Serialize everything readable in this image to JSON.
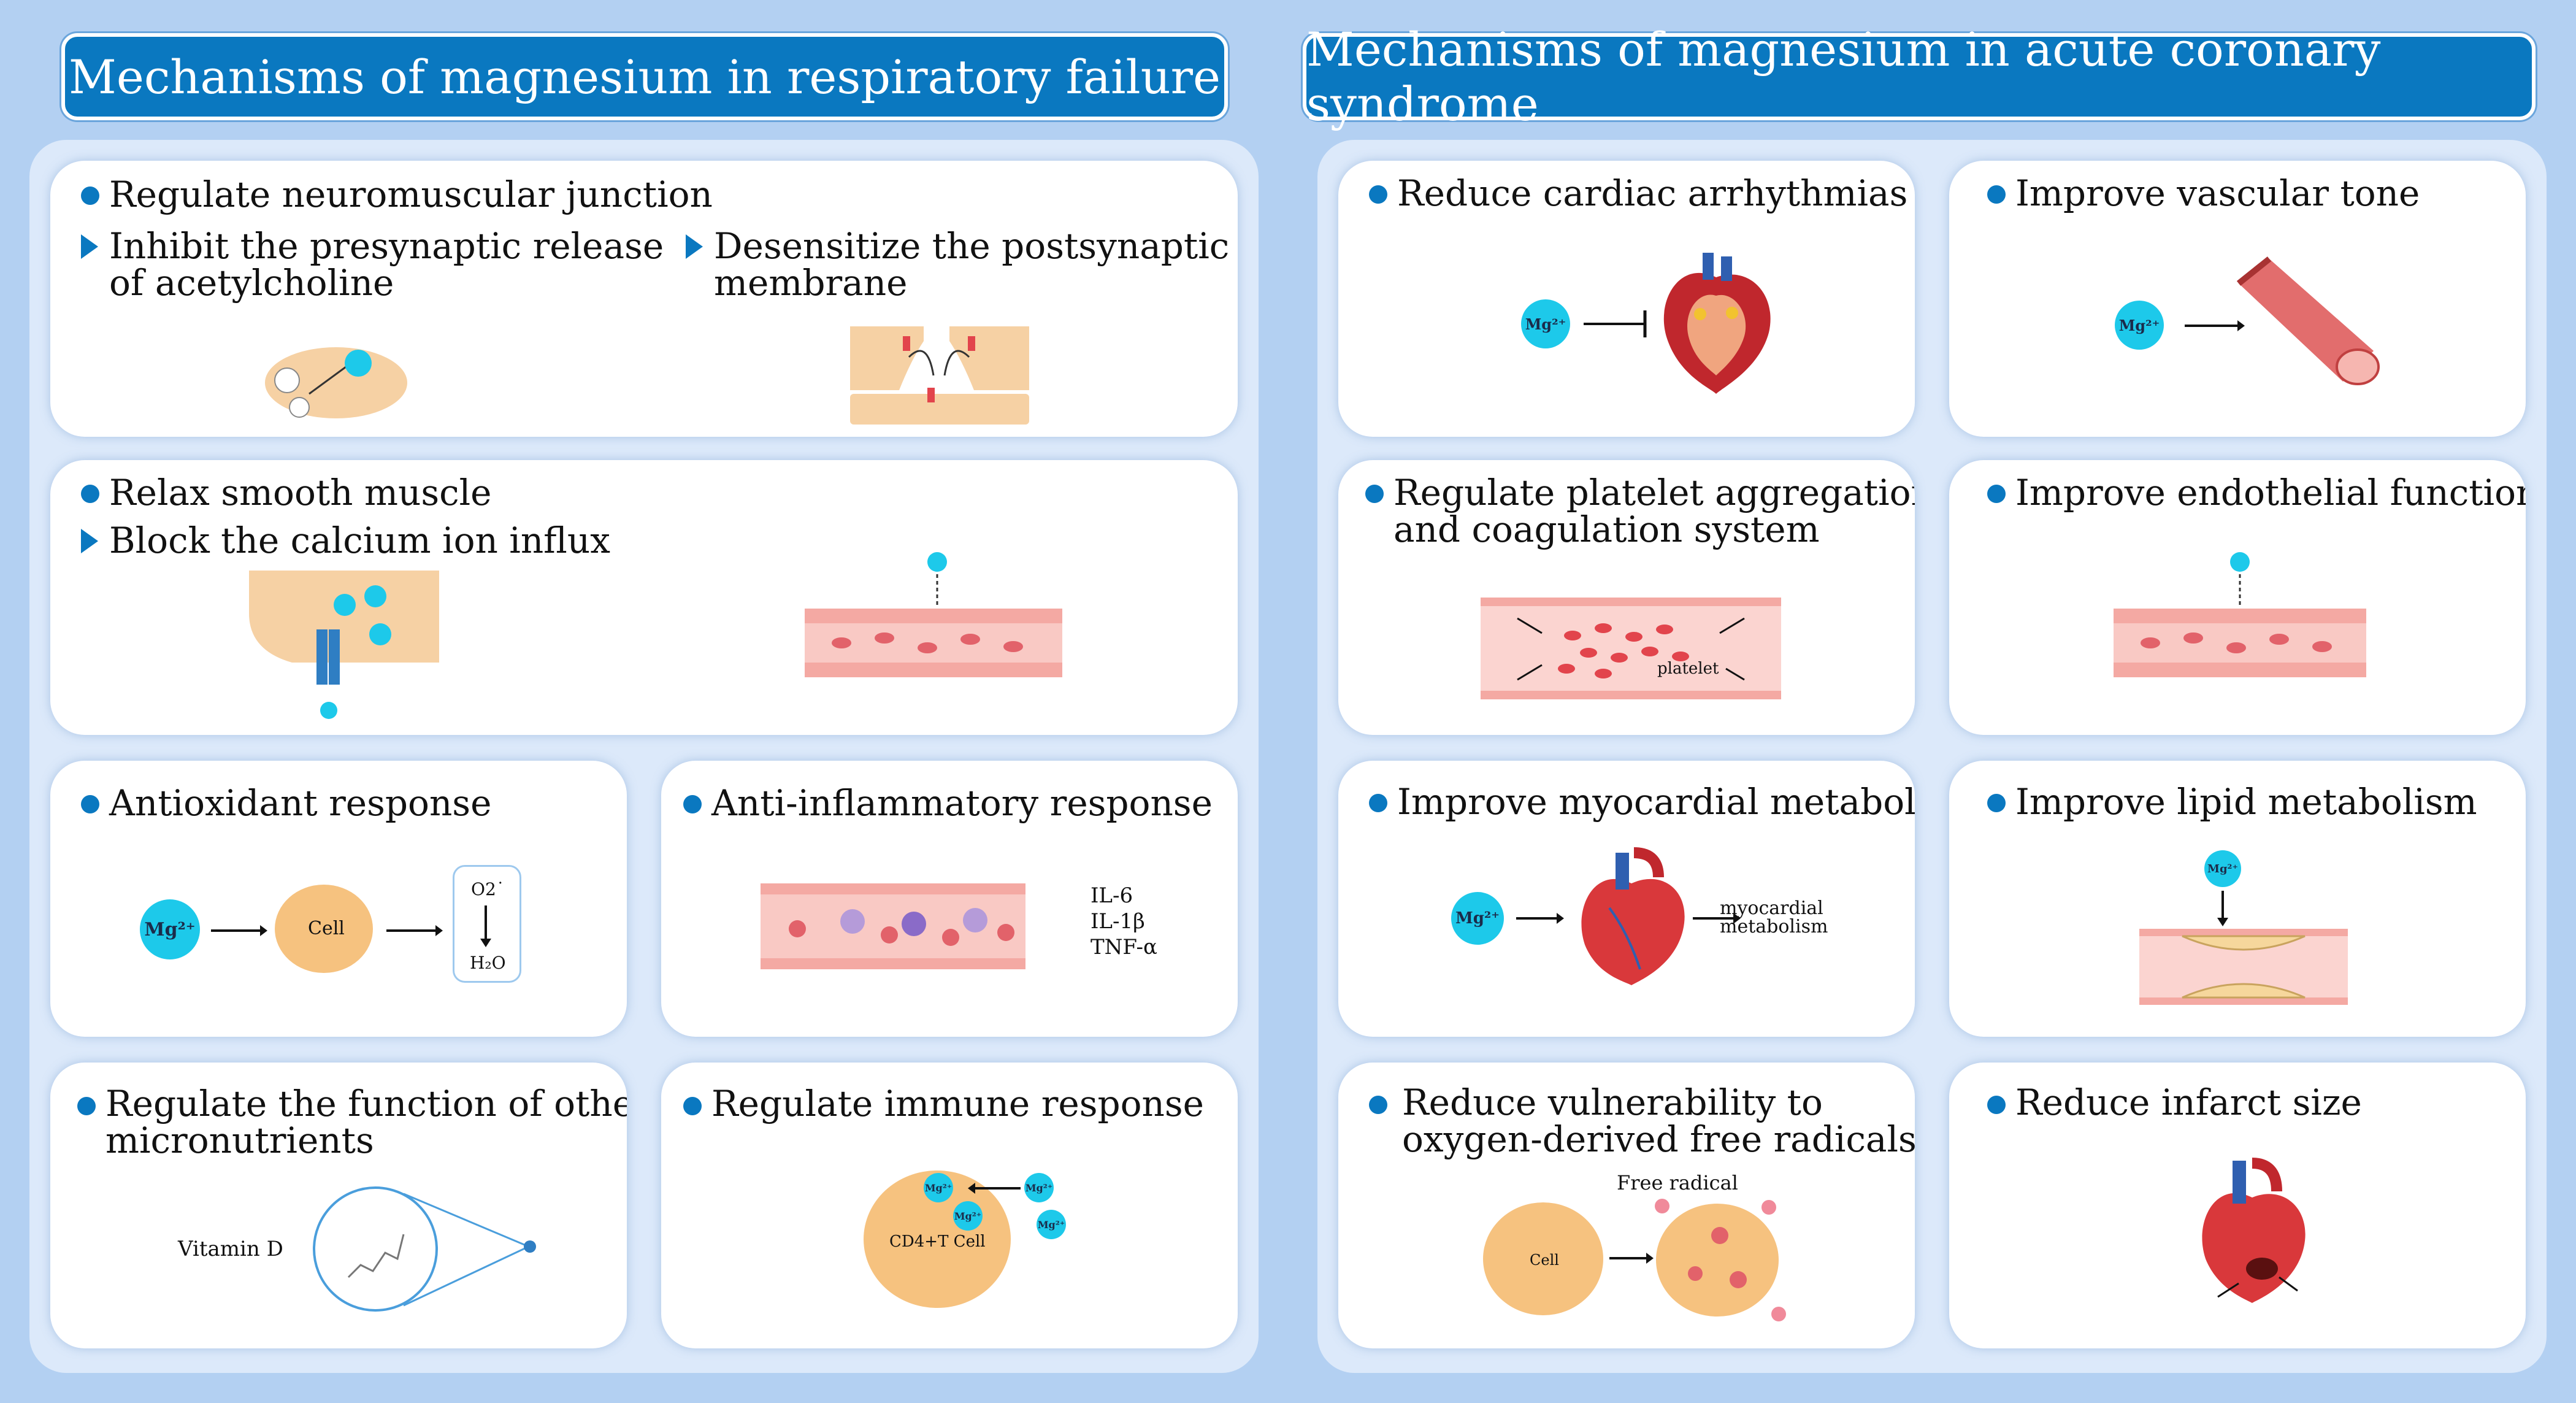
{
  "headers": {
    "left": "Mechanisms of magnesium in respiratory failure",
    "right": "Mechanisms of magnesium in acute coronary syndrome"
  },
  "left": {
    "neuro": {
      "title": "Regulate neuromuscular junction",
      "sub1": [
        "Inhibit the presynaptic release",
        "of acetylcholine"
      ],
      "sub2": [
        "Desensitize the postsynaptic",
        "membrane"
      ]
    },
    "smooth": {
      "title": "Relax smooth muscle",
      "sub": "Block the calcium ion influx"
    },
    "antiox": {
      "title": "Antioxidant response",
      "cell": "Cell",
      "o2": "O2˙",
      "h2o": "H₂O"
    },
    "antiinfl": {
      "title": "Anti-inflammatory response",
      "cytokines": [
        "IL-6",
        "IL-1β",
        "TNF-α"
      ]
    },
    "micro": {
      "title": [
        "Regulate the function of other",
        "micronutrients"
      ],
      "vitd": "Vitamin D"
    },
    "immune": {
      "title": "Regulate immune response",
      "cell": "CD4+T Cell"
    }
  },
  "right": {
    "arrhythmia": {
      "title": "Reduce cardiac arrhythmias"
    },
    "vascular": {
      "title": "Improve vascular tone"
    },
    "platelet": {
      "title": [
        "Regulate platelet aggregation",
        "and coagulation system"
      ],
      "label": "platelet"
    },
    "endothelial": {
      "title": "Improve endothelial function"
    },
    "myocardial": {
      "title": "Improve myocardial metabolism",
      "label": [
        "myocardial",
        "metabolism"
      ]
    },
    "lipid": {
      "title": "Improve lipid metabolism"
    },
    "radicals": {
      "title": [
        "Reduce vulnerability to",
        "oxygen-derived free radicals"
      ],
      "label": "Free radical",
      "cell": "Cell"
    },
    "infarct": {
      "title": "Reduce infarct size"
    }
  },
  "mg_label": "Mg²⁺",
  "colors": {
    "accent": "#0a78c0",
    "magnesium": "#1dc9ea",
    "cell": "#f6c27f",
    "vessel": "#f5a6a6"
  }
}
